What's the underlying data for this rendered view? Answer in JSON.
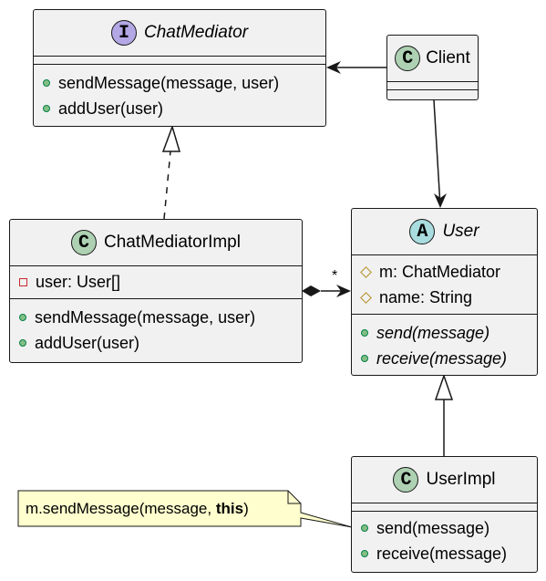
{
  "diagram": {
    "chat_mediator": {
      "badge": "I",
      "name": "ChatMediator",
      "methods": [
        "sendMessage(message, user)",
        "addUser(user)"
      ]
    },
    "client": {
      "badge": "C",
      "name": "Client"
    },
    "chat_mediator_impl": {
      "badge": "C",
      "name": "ChatMediatorImpl",
      "fields": [
        "user: User[]"
      ],
      "methods": [
        "sendMessage(message, user)",
        "addUser(user)"
      ]
    },
    "user": {
      "badge": "A",
      "name": "User",
      "fields": [
        "m: ChatMediator",
        "name: String"
      ],
      "methods": [
        "send(message)",
        "receive(message)"
      ]
    },
    "user_impl": {
      "badge": "C",
      "name": "UserImpl",
      "methods": [
        "send(message)",
        "receive(message)"
      ]
    },
    "note": {
      "prefix": "m.sendMessage(message, ",
      "bold": "this",
      "suffix": ")"
    },
    "multiplicity": "*",
    "colors": {
      "box_fill": "#f1f1f1",
      "border": "#181818",
      "interface_badge": "#b4a7e5",
      "class_badge": "#add1b2",
      "abstract_badge": "#a9dcdf",
      "note_fill": "#fefece",
      "public_method": "#84be84",
      "private_field": "#c82930",
      "protected_field": "#b38d22"
    }
  }
}
